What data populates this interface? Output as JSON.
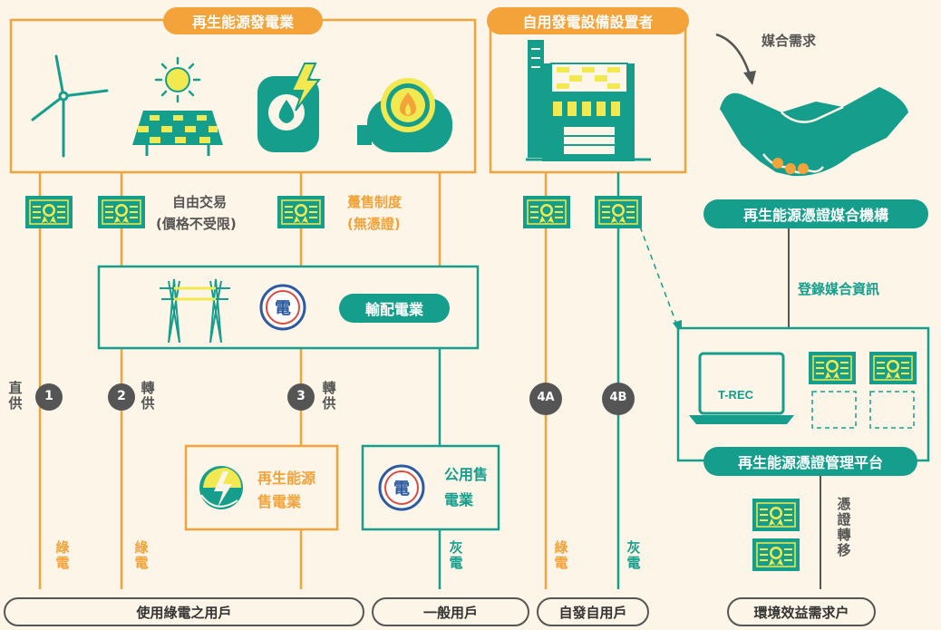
{
  "colors": {
    "orange": "#f4a23a",
    "teal": "#169e8c",
    "dark": "#555555",
    "bg": "#fdf5e7",
    "yellow": "#f2e84f"
  },
  "header": {
    "renewable_industry": "再生能源發電業",
    "self_generation": "自用發電設備設置者"
  },
  "matching": {
    "demand_label": "媒合需求",
    "agency_label": "再生能源憑證媒合機構",
    "register_label": "登錄媒合資訊"
  },
  "trade": {
    "free_line1": "自由交易",
    "free_line2": "(價格不受限)",
    "feedin_line1": "躉售制度",
    "feedin_line2": "(無憑證)"
  },
  "grid": {
    "label": "輸配電業"
  },
  "paths": {
    "p1_text": "直供",
    "p1_num": "1",
    "p2_text": "轉供",
    "p2_num": "2",
    "p3_text": "轉供",
    "p3_num": "3",
    "p4a": "4A",
    "p4b": "4B"
  },
  "platform": {
    "trec": "T-REC",
    "label": "再生能源憑證管理平台"
  },
  "retailers": {
    "green_line1": "再生能源",
    "green_line2": "售電業",
    "public_line1": "公用售",
    "public_line2": "電業"
  },
  "flows": {
    "green": "綠電",
    "grey": "灰電",
    "transfer": "憑證轉移"
  },
  "users": {
    "green_users": "使用綠電之用戶",
    "general": "一般用戶",
    "self_use": "自發自用戶",
    "env_users": "環境效益需求户"
  }
}
